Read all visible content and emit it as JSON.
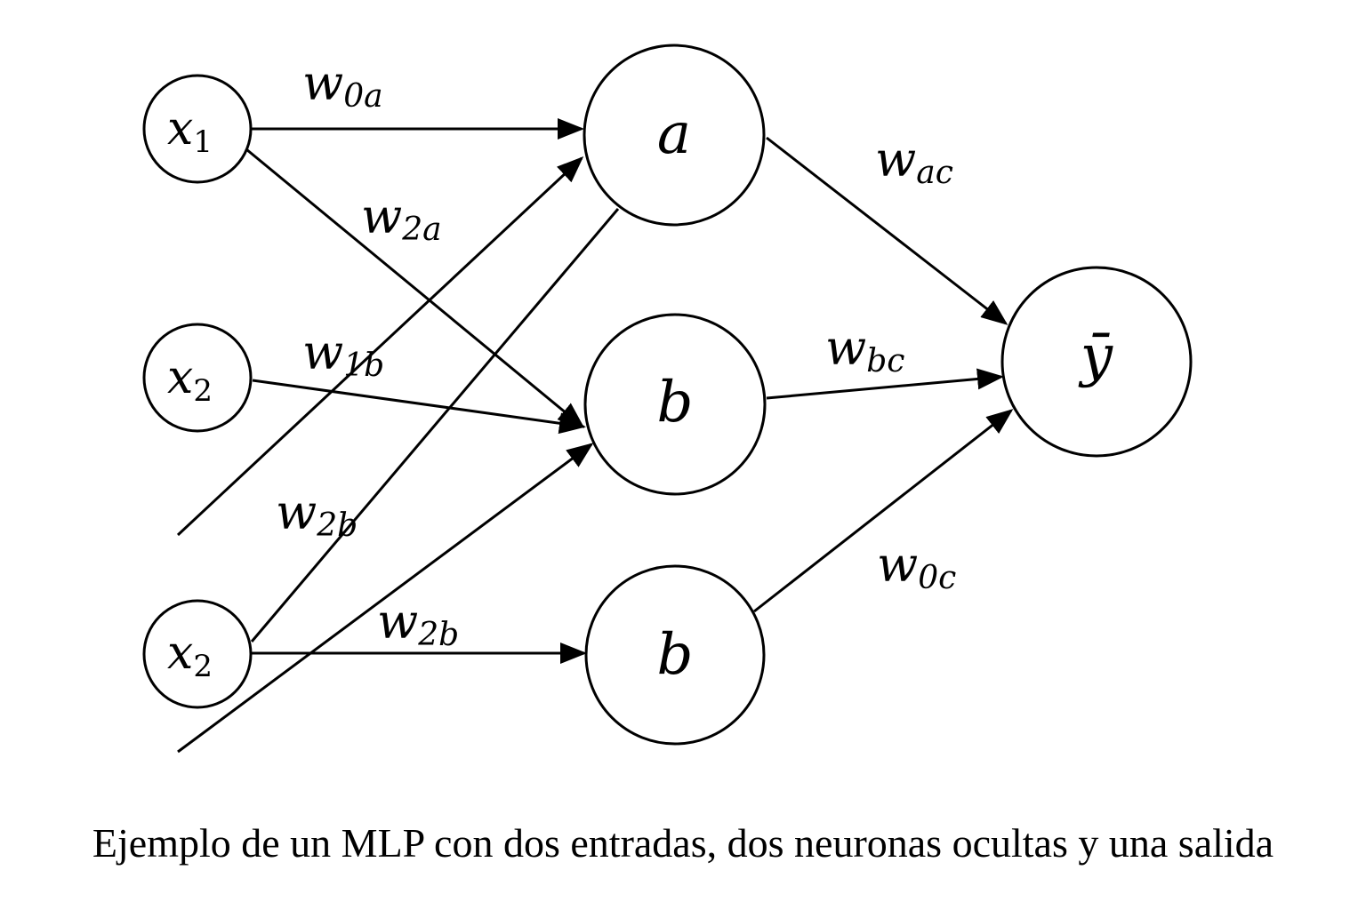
{
  "diagram": {
    "nodes": {
      "x1": {
        "base": "x",
        "sub": "1"
      },
      "x2_top": {
        "base": "x",
        "sub": "2"
      },
      "x2_bottom": {
        "base": "x",
        "sub": "2"
      },
      "a": {
        "base": "a"
      },
      "b_mid": {
        "base": "b"
      },
      "b_low": {
        "base": "b"
      },
      "y": {
        "base": "ȳ"
      }
    },
    "weights": {
      "w0a": {
        "base": "w",
        "sub": "0a"
      },
      "w2a": {
        "base": "w",
        "sub": "2a"
      },
      "w1b": {
        "base": "w",
        "sub": "1b"
      },
      "w2b_left": {
        "base": "w",
        "sub": "2b"
      },
      "w2b_bottom": {
        "base": "w",
        "sub": "2b"
      },
      "wac": {
        "base": "w",
        "sub": "ac"
      },
      "wbc": {
        "base": "w",
        "sub": "bc"
      },
      "w0c": {
        "base": "w",
        "sub": "0c"
      }
    }
  },
  "caption": "Ejemplo de un MLP con dos entradas, dos neuronas ocultas y una salida",
  "colors": {
    "stroke": "#000000",
    "background": "#ffffff"
  }
}
